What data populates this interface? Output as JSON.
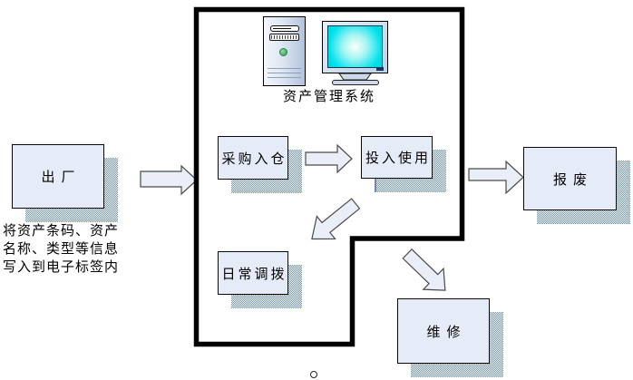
{
  "diagram": {
    "system_label": "资产管理系统",
    "caption_lines": [
      "将资产条码、资产",
      "名称、类型等信息",
      "写入到电子标签内"
    ],
    "nodes": {
      "chuchang": {
        "label": "出厂"
      },
      "caigou": {
        "label": "采购入仓"
      },
      "touru": {
        "label": "投入使用"
      },
      "richang": {
        "label": "日常调拨"
      },
      "baofei": {
        "label": "报废"
      },
      "weixiu": {
        "label": "维修"
      }
    },
    "flows": [
      {
        "from": "出厂",
        "to": "采购入仓",
        "shape": "block-arrow-right"
      },
      {
        "from": "采购入仓",
        "to": "投入使用",
        "shape": "block-arrow-right"
      },
      {
        "from": "投入使用",
        "to": "日常调拨",
        "shape": "block-arrow-down-left"
      },
      {
        "from": "投入使用",
        "to": "报废",
        "shape": "block-arrow-right"
      },
      {
        "from": "资产管理系统",
        "to": "维修",
        "shape": "block-arrow-down-right"
      }
    ],
    "icons": [
      "computer-tower-icon",
      "crt-monitor-icon"
    ]
  },
  "colors": {
    "node_fill": "#e6ecf7",
    "node_border": "#0a0a0a",
    "shadow_checker": "#7191b1",
    "arrow_fill": "#e9eef8",
    "arrow_stroke": "#4a4a4a",
    "boundary": "#000000",
    "screen_cyan": "#00e1ec",
    "button_green": "#4cae6c",
    "slot_navy": "#17365d"
  }
}
